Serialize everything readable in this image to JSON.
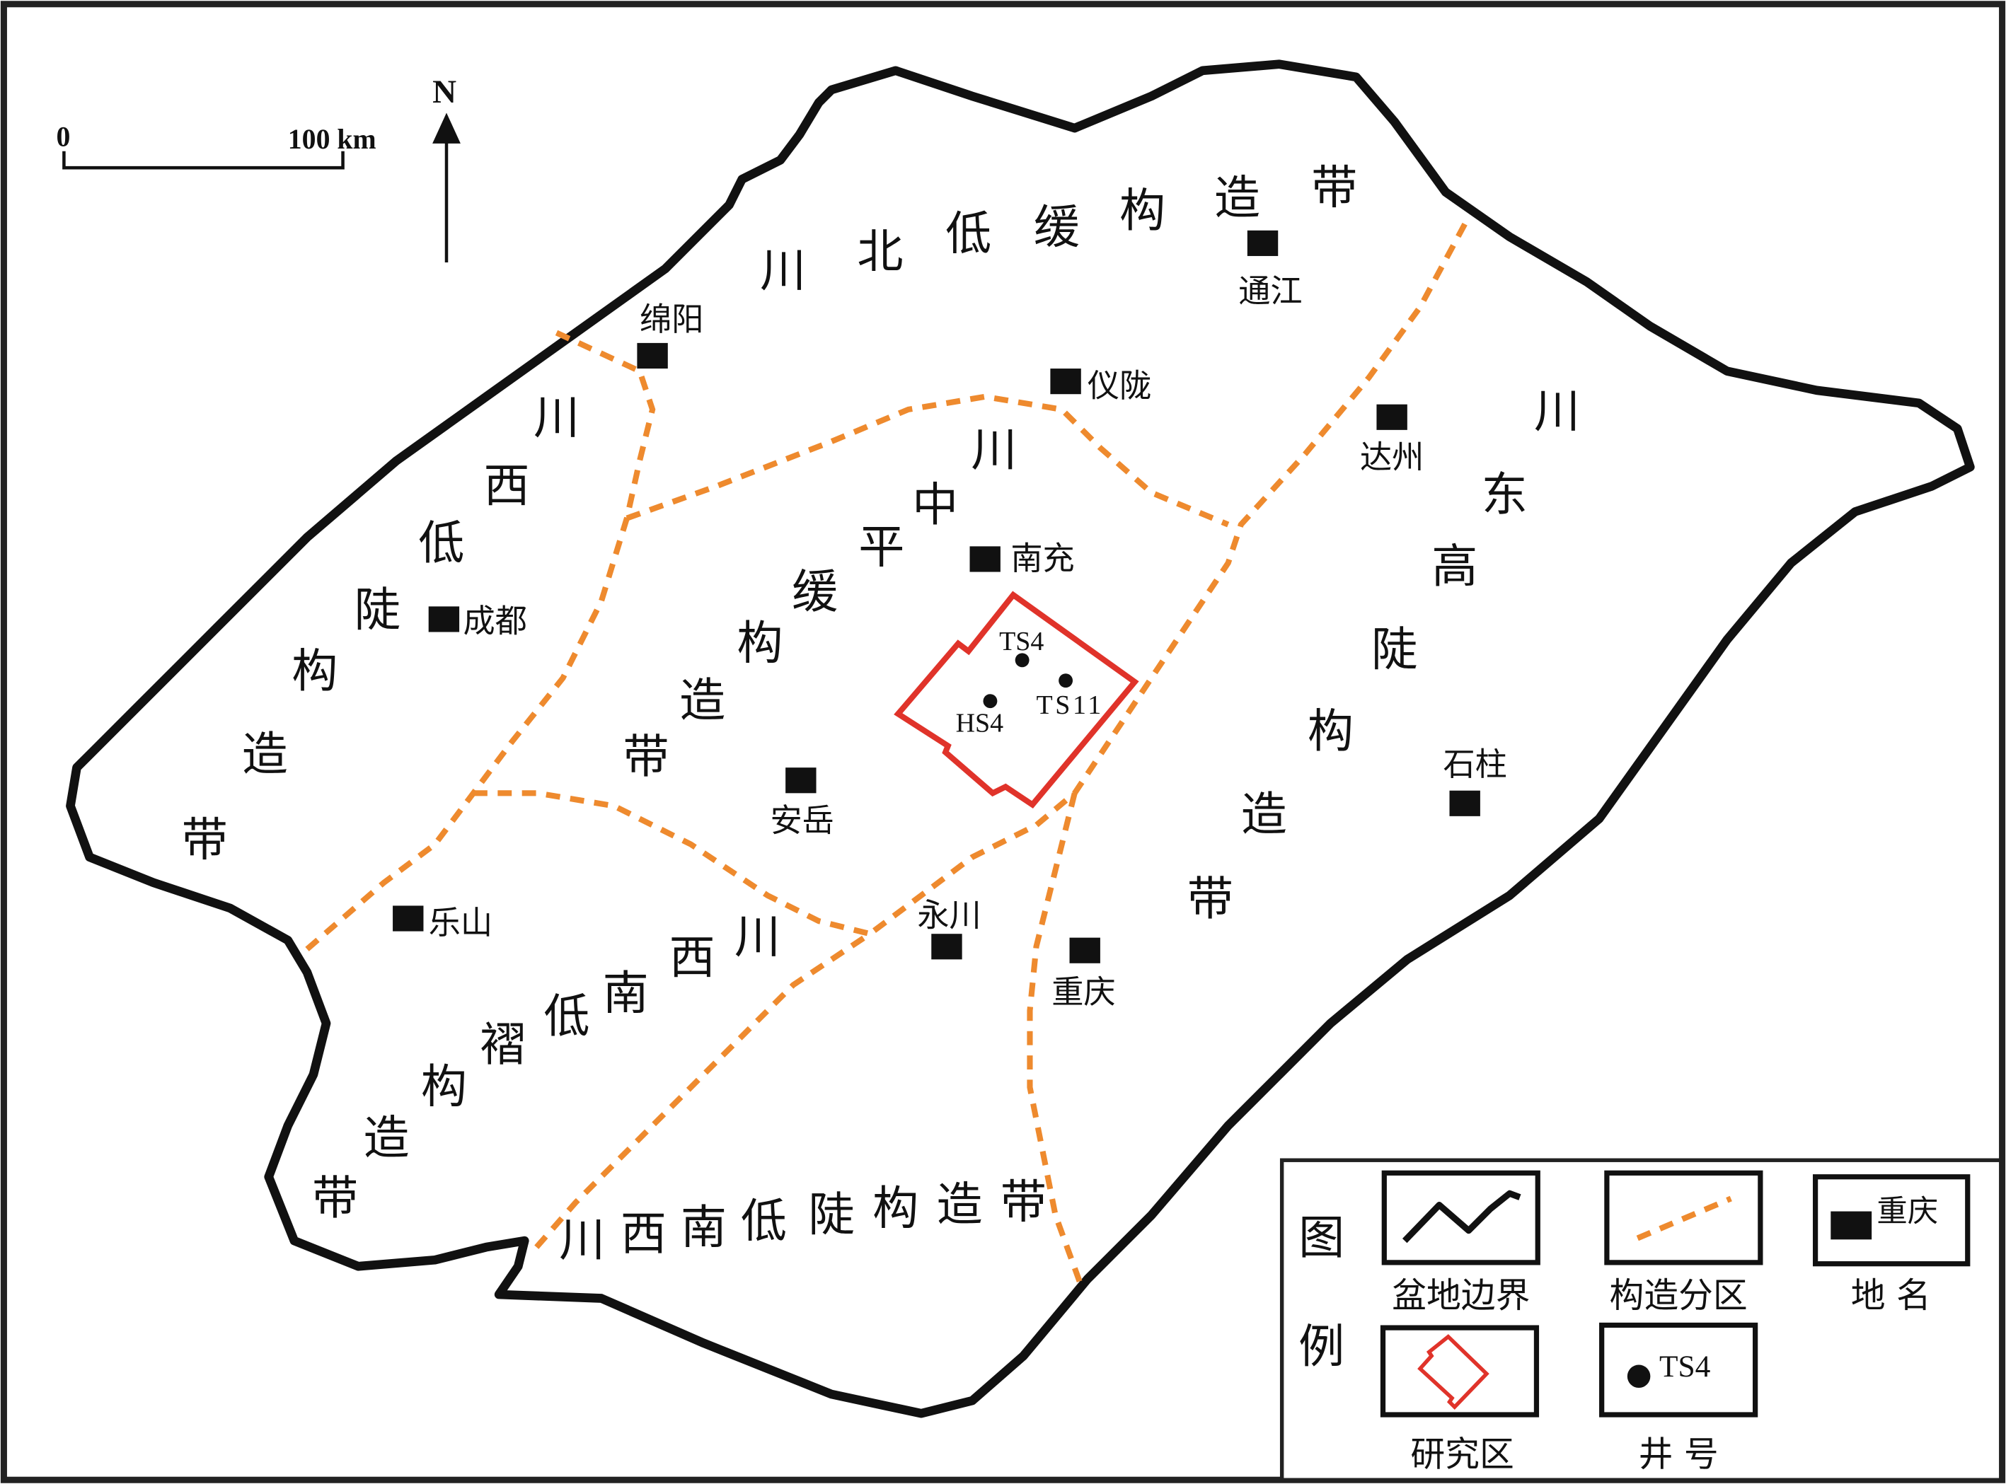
{
  "scale_bar": {
    "zero": "0",
    "end": "100 km"
  },
  "north_arrow": {
    "label": "N"
  },
  "zones": [
    {
      "name": "川北低缓构造带"
    },
    {
      "name": "川西低陡构造带"
    },
    {
      "name": "川中平缓构造带"
    },
    {
      "name": "川东高陡构造带"
    },
    {
      "name": "川西南低褶构造带"
    },
    {
      "name": "川西南低陡构造带"
    }
  ],
  "cities": [
    "绵阳",
    "通江",
    "仪陇",
    "达州",
    "南充",
    "成都",
    "安岳",
    "石柱",
    "乐山",
    "永川",
    "重庆"
  ],
  "wells": [
    "TS4",
    "TS11",
    "HS4"
  ],
  "legend": {
    "title_1": "图",
    "title_2": "例",
    "basin_boundary": "盆地边界",
    "tectonic_division": "构造分区",
    "place_name": "地 名",
    "place_sample": "重庆",
    "study_area": "研究区",
    "well_name": "井 号",
    "well_sample": "TS4"
  },
  "colors": {
    "boundary": "#111111",
    "division": "#ee8a2e",
    "study_area": "#e0332a"
  }
}
